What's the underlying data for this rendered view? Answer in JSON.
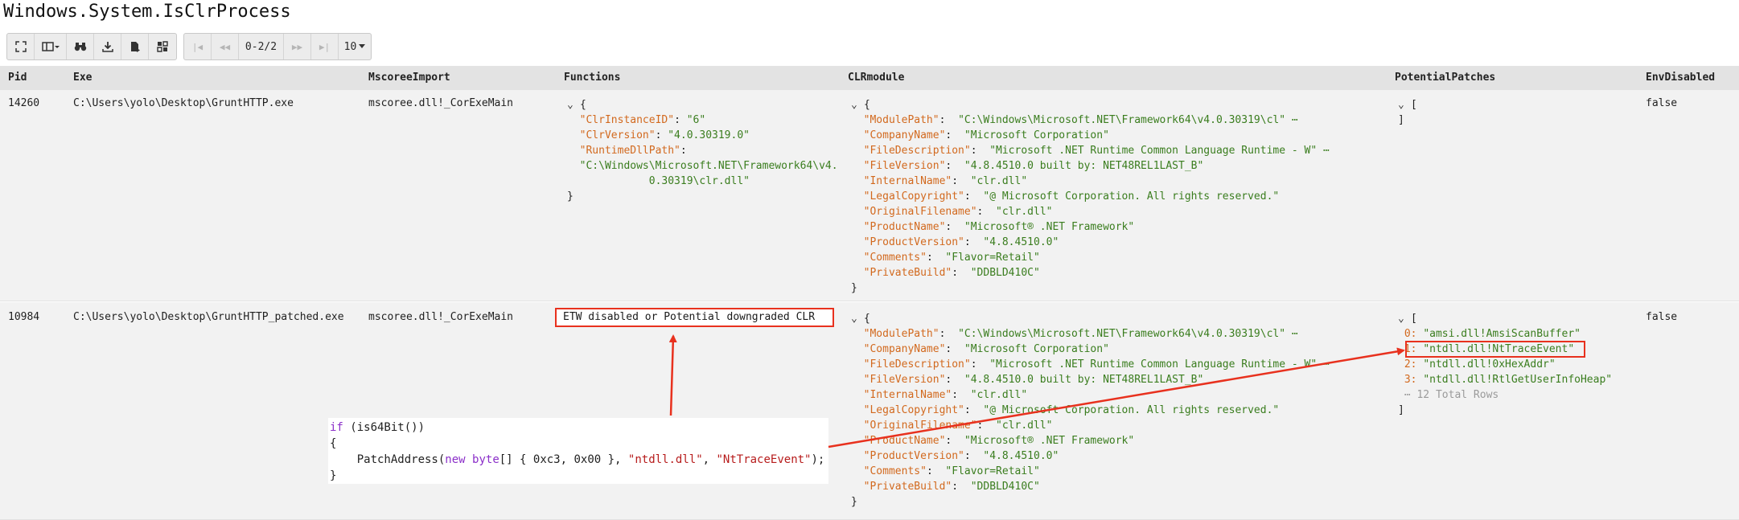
{
  "title": "Windows.System.IsClrProcess",
  "toolbar": {
    "buttons": [
      {
        "icon": "fullscreen-icon"
      },
      {
        "icon": "columns-icon"
      },
      {
        "icon": "binoculars-icon"
      },
      {
        "icon": "download-icon"
      },
      {
        "icon": "file-export-icon"
      },
      {
        "icon": "grid-icon"
      }
    ],
    "pager": {
      "first": "|◀",
      "prev": "◀◀",
      "range": "0-2/2",
      "next": "▶▶",
      "last": "▶|",
      "page_size": "10"
    }
  },
  "columns": [
    "Pid",
    "Exe",
    "MscoreeImport",
    "Functions",
    "CLRmodule",
    "PotentialPatches",
    "EnvDisabled"
  ],
  "rows": [
    {
      "pid": "14260",
      "exe": "C:\\Users\\yolo\\Desktop\\GruntHTTP.exe",
      "mscoree": "mscoree.dll!_CorExeMain",
      "functions": {
        "open": "{",
        "lines": [
          {
            "key": "\"ClrInstanceID\"",
            "value": "\"6\""
          },
          {
            "key": "\"ClrVersion\"",
            "value": "\"4.0.30319.0\""
          },
          {
            "key": "\"RuntimeDllPath\"",
            "value": ""
          }
        ],
        "wrap1": "\"C:\\Windows\\Microsoft.NET\\Framework64\\v4.",
        "wrap2": "0.30319\\clr.dll\"",
        "close": "}"
      },
      "clr": {
        "open": "{",
        "lines": [
          {
            "key": "\"ModulePath\"",
            "value": "\"C:\\Windows\\Microsoft.NET\\Framework64\\v4.0.30319\\cl\" ⋯"
          },
          {
            "key": "\"CompanyName\"",
            "value": "\"Microsoft Corporation\""
          },
          {
            "key": "\"FileDescription\"",
            "value": "\"Microsoft .NET Runtime Common Language Runtime - W\" ⋯"
          },
          {
            "key": "\"FileVersion\"",
            "value": "\"4.8.4510.0 built by: NET48REL1LAST_B\""
          },
          {
            "key": "\"InternalName\"",
            "value": "\"clr.dll\""
          },
          {
            "key": "\"LegalCopyright\"",
            "value": "\"@ Microsoft Corporation. All rights reserved.\""
          },
          {
            "key": "\"OriginalFilename\"",
            "value": "\"clr.dll\""
          },
          {
            "key": "\"ProductName\"",
            "value": "\"Microsoft® .NET Framework\""
          },
          {
            "key": "\"ProductVersion\"",
            "value": "\"4.8.4510.0\""
          },
          {
            "key": "\"Comments\"",
            "value": "\"Flavor=Retail\""
          },
          {
            "key": "\"PrivateBuild\"",
            "value": "\"DDBLD410C\""
          }
        ],
        "close": "}"
      },
      "patches": {
        "open": "[",
        "close": "]"
      },
      "env_disabled": "false"
    },
    {
      "pid": "10984",
      "exe": "C:\\Users\\yolo\\Desktop\\GruntHTTP_patched.exe",
      "mscoree": "mscoree.dll!_CorExeMain",
      "functions_note": "ETW disabled or Potential downgraded CLR",
      "clr": {
        "open": "{",
        "lines": [
          {
            "key": "\"ModulePath\"",
            "value": "\"C:\\Windows\\Microsoft.NET\\Framework64\\v4.0.30319\\cl\" ⋯"
          },
          {
            "key": "\"CompanyName\"",
            "value": "\"Microsoft Corporation\""
          },
          {
            "key": "\"FileDescription\"",
            "value": "\"Microsoft .NET Runtime Common Language Runtime - W\" ⋯"
          },
          {
            "key": "\"FileVersion\"",
            "value": "\"4.8.4510.0 built by: NET48REL1LAST_B\""
          },
          {
            "key": "\"InternalName\"",
            "value": "\"clr.dll\""
          },
          {
            "key": "\"LegalCopyright\"",
            "value": "\"@ Microsoft Corporation. All rights reserved.\""
          },
          {
            "key": "\"OriginalFilename\"",
            "value": "\"clr.dll\""
          },
          {
            "key": "\"ProductName\"",
            "value": "\"Microsoft® .NET Framework\""
          },
          {
            "key": "\"ProductVersion\"",
            "value": "\"4.8.4510.0\""
          },
          {
            "key": "\"Comments\"",
            "value": "\"Flavor=Retail\""
          },
          {
            "key": "\"PrivateBuild\"",
            "value": "\"DDBLD410C\""
          }
        ],
        "close": "}"
      },
      "patches": {
        "open": "[",
        "items": [
          {
            "index": "0:",
            "value": "\"amsi.dll!AmsiScanBuffer\""
          },
          {
            "index": "1:",
            "value": "\"ntdll.dll!NtTraceEvent\""
          },
          {
            "index": "2:",
            "value": "\"ntdll.dll!0xHexAddr\""
          },
          {
            "index": "3:",
            "value": "\"ntdll.dll!RtlGetUserInfoHeap\""
          }
        ],
        "more": "⋯ 12 Total Rows",
        "close": "]"
      },
      "env_disabled": "false"
    }
  ],
  "snippet": {
    "line1_kw": "if",
    "line1_rest": " (is64Bit())",
    "line2": "{",
    "line3_pre": "    PatchAddress(",
    "line3_new": "new",
    "line3_sp": " ",
    "line3_type": "byte",
    "line3_mid": "[] { 0xc3, 0x00 }, ",
    "line3_s1": "\"ntdll.dll\"",
    "line3_comma": ", ",
    "line3_s2": "\"NtTraceEvent\"",
    "line3_end": ");",
    "line4": "}"
  },
  "colors": {
    "accent_red": "#e8311e",
    "json_key": "#d2691e",
    "json_string": "#3a7d1e",
    "keyword": "#8b2fc9",
    "string_literal": "#b71c1c"
  }
}
